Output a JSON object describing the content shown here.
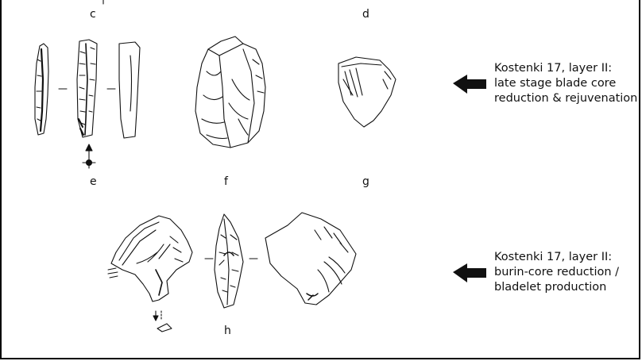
{
  "figure": {
    "labels": {
      "c": "c",
      "d": "d",
      "e": "e",
      "f": "f",
      "g": "g",
      "h": "h"
    },
    "annotations": [
      {
        "lines": [
          "Kostenki 17, layer II:",
          "late stage blade core",
          "reduction & rejuvenation"
        ]
      },
      {
        "lines": [
          "Kostenki 17, layer II:",
          "burin-core reduction /",
          "bladelet production"
        ]
      }
    ],
    "colors": {
      "ink": "#111111",
      "background": "#ffffff"
    },
    "icons": [
      "arrow-left-icon",
      "orientation-marker-icon"
    ]
  }
}
